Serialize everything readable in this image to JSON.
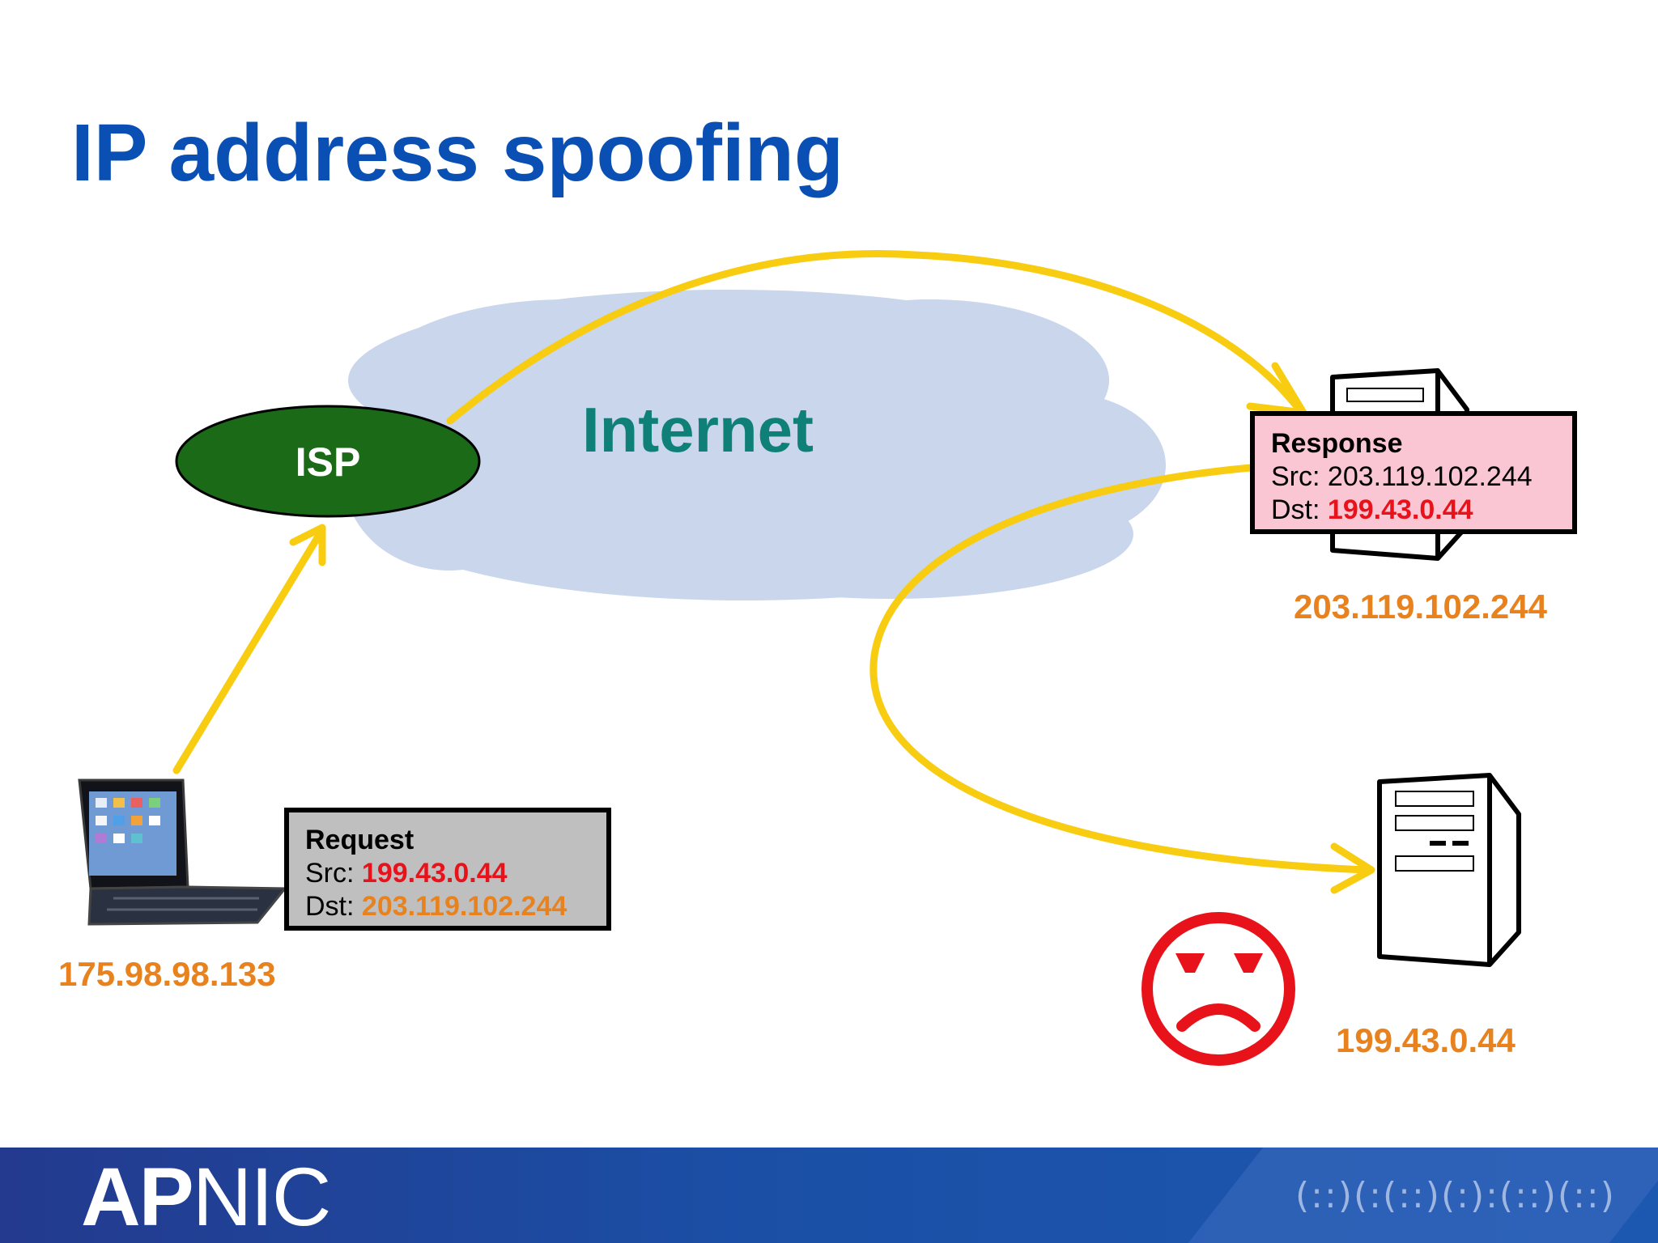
{
  "slide": {
    "title": "IP address spoofing"
  },
  "diagram": {
    "isp_label": "ISP",
    "cloud_label": "Internet",
    "colors": {
      "title": "#0a50b4",
      "isp": "#1b6a17",
      "cloud": "#c9d6ec",
      "cloud_text": "#0f8078",
      "arrow": "#f8cc10",
      "ip_text": "#e8821e",
      "spoofed_ip": "#e8121a",
      "request_box": "#c0bfc0",
      "response_box": "#fbc6d4",
      "sad_face": "#e8121a"
    },
    "request": {
      "title": "Request",
      "src_label": "Src: ",
      "src_value": "199.43.0.44",
      "dst_label": "Dst: ",
      "dst_value": "203.119.102.244"
    },
    "response": {
      "title": "Response",
      "src_label": "Src: ",
      "src_value": "203.119.102.244",
      "dst_label": "Dst: ",
      "dst_value": "199.43.0.44"
    },
    "attacker_ip": "175.98.98.133",
    "server_ip": "203.119.102.244",
    "victim_ip": "199.43.0.44",
    "icons": {
      "attacker_device": "tablet-keyboard-icon",
      "server": "server-tower-icon",
      "victim": "server-tower-icon",
      "sad_face": "sad-face-icon"
    }
  },
  "footer": {
    "logo_bold": "AP",
    "logo_thin": "NIC",
    "swirl": "(::)(:(::)(:):(::)(::)"
  }
}
